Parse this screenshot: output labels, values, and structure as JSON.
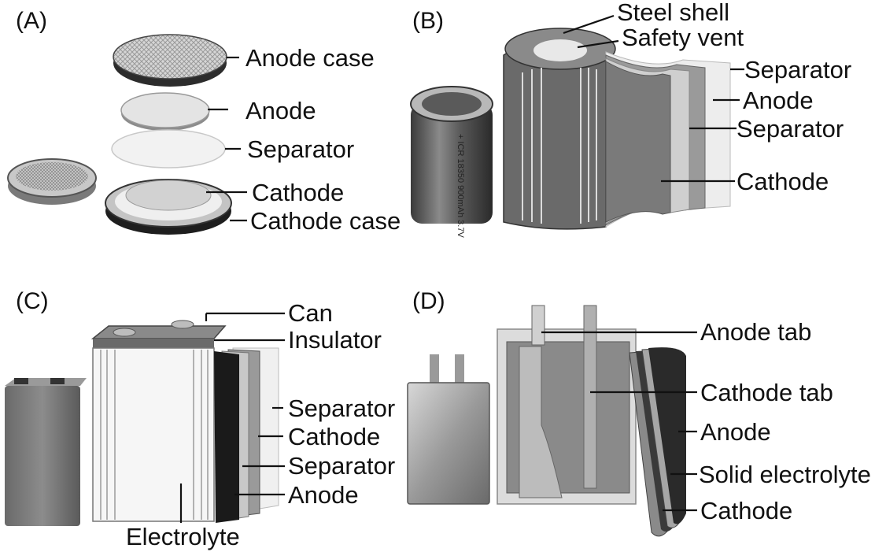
{
  "panels": {
    "a": {
      "tag": "(A)",
      "labels": [
        "Anode case",
        "Anode",
        "Separator",
        "Cathode",
        "Cathode case"
      ]
    },
    "b": {
      "tag": "(B)",
      "cell_print": "+ ICR 18350 900mAh 3.7V",
      "labels": [
        "Steel shell",
        "Safety vent",
        "Separator",
        "Anode",
        "Separator",
        "Cathode"
      ]
    },
    "c": {
      "tag": "(C)",
      "labels": [
        "Can",
        "Insulator",
        "Separator",
        "Cathode",
        "Separator",
        "Anode",
        "Electrolyte"
      ]
    },
    "d": {
      "tag": "(D)",
      "labels": [
        "Anode tab",
        "Cathode tab",
        "Anode",
        "Solid electrolyte",
        "Cathode"
      ]
    }
  }
}
